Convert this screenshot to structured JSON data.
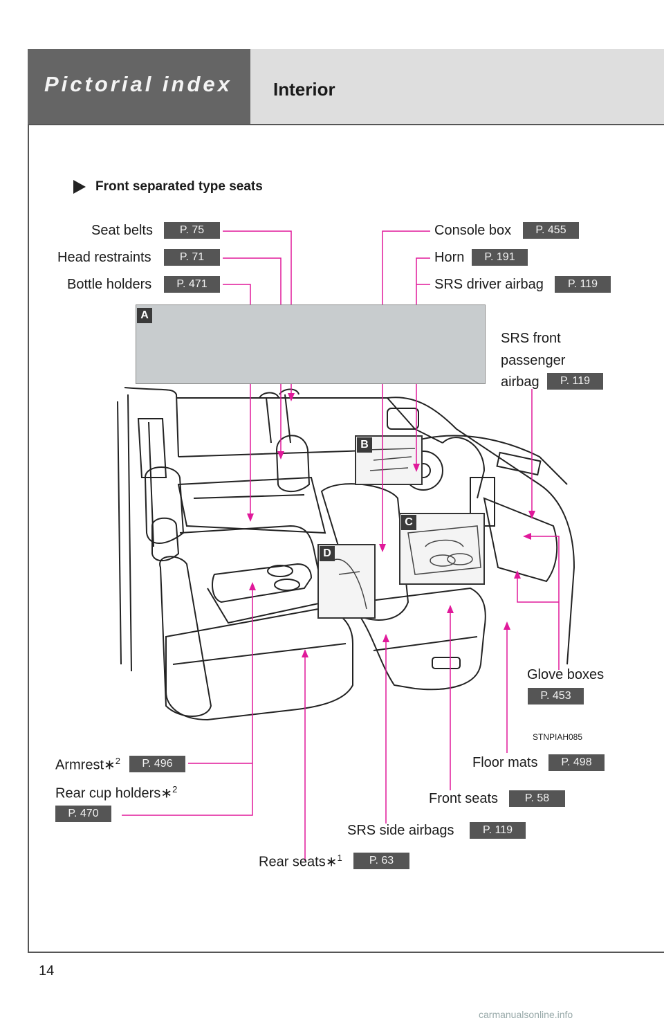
{
  "header": {
    "section_title": "Pictorial index",
    "page_title": "Interior"
  },
  "subsection_title": "Front separated type seats",
  "panel_tags": {
    "a": "A",
    "b": "B",
    "c": "C",
    "d": "D"
  },
  "callouts": {
    "seat_belts": {
      "label": "Seat belts",
      "page": "P. 75"
    },
    "head_restraints": {
      "label": "Head restraints",
      "page": "P. 71"
    },
    "bottle_holders": {
      "label": "Bottle holders",
      "page": "P. 471"
    },
    "console_box": {
      "label": "Console box",
      "page": "P. 455"
    },
    "horn": {
      "label": "Horn",
      "page": "P. 191"
    },
    "srs_driver_airbag": {
      "label": "SRS driver airbag",
      "page": "P. 119"
    },
    "srs_front_passenger_airbag": {
      "label_line1": "SRS front",
      "label_line2": "passenger",
      "label_line3": "airbag",
      "page": "P. 119"
    },
    "glove_boxes": {
      "label": "Glove boxes",
      "page": "P. 453"
    },
    "floor_mats": {
      "label": "Floor mats",
      "page": "P. 498"
    },
    "front_seats": {
      "label": "Front seats",
      "page": "P. 58"
    },
    "srs_side_airbags": {
      "label": "SRS side airbags",
      "page": "P. 119"
    },
    "rear_seats": {
      "label": "Rear seats",
      "sup": "1",
      "page": "P. 63"
    },
    "armrest": {
      "label": "Armrest",
      "sup": "2",
      "page": "P. 496"
    },
    "rear_cup_holders": {
      "label": "Rear cup holders",
      "sup": "2",
      "page": "P. 470"
    }
  },
  "figure_code": "STNPIAH085",
  "page_number": "14",
  "watermark": "carmanualsonline.info",
  "colors": {
    "leader_line": "#e0199a",
    "page_badge": "#555555",
    "header_dark": "#656565",
    "header_light": "#dedede"
  }
}
